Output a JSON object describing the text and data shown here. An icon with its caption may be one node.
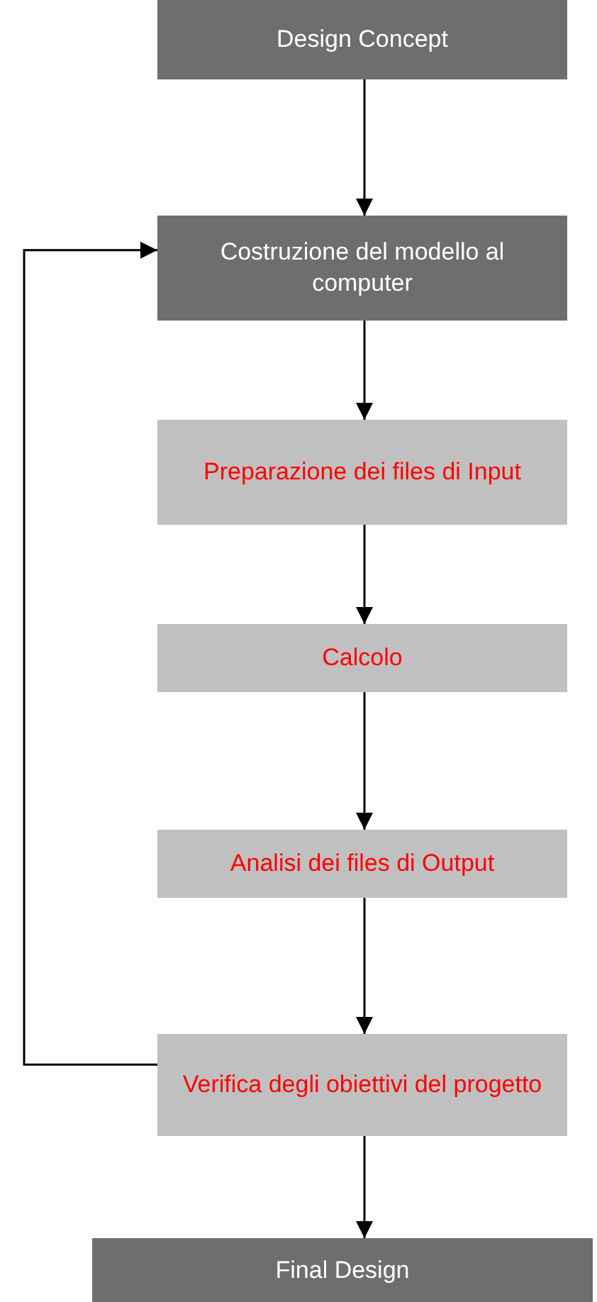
{
  "diagram": {
    "nodes": [
      {
        "text": [
          "Design Concept"
        ]
      },
      {
        "text": [
          "Costruzione del modello al computer"
        ]
      },
      {
        "text": [
          "Preparazione dei files di Input"
        ]
      },
      {
        "text": [
          "Calcolo"
        ]
      },
      {
        "text": [
          "Analisi dei files di Output"
        ]
      },
      {
        "text": [
          "Verifica degli obiettivi del progetto"
        ]
      },
      {
        "text": [
          "Final Design"
        ]
      }
    ],
    "edges": [
      {
        "from": 0,
        "to": 1,
        "arrow": "to"
      },
      {
        "from": 1,
        "to": 2,
        "arrow": "to"
      },
      {
        "from": 2,
        "to": 3,
        "arrow": "to"
      },
      {
        "from": 3,
        "to": 4,
        "arrow": "to"
      },
      {
        "from": 4,
        "to": 5,
        "arrow": "to"
      },
      {
        "from": 5,
        "to": 6,
        "arrow": "to"
      },
      {
        "from": 5,
        "to": 1,
        "arrow": "to"
      }
    ]
  }
}
